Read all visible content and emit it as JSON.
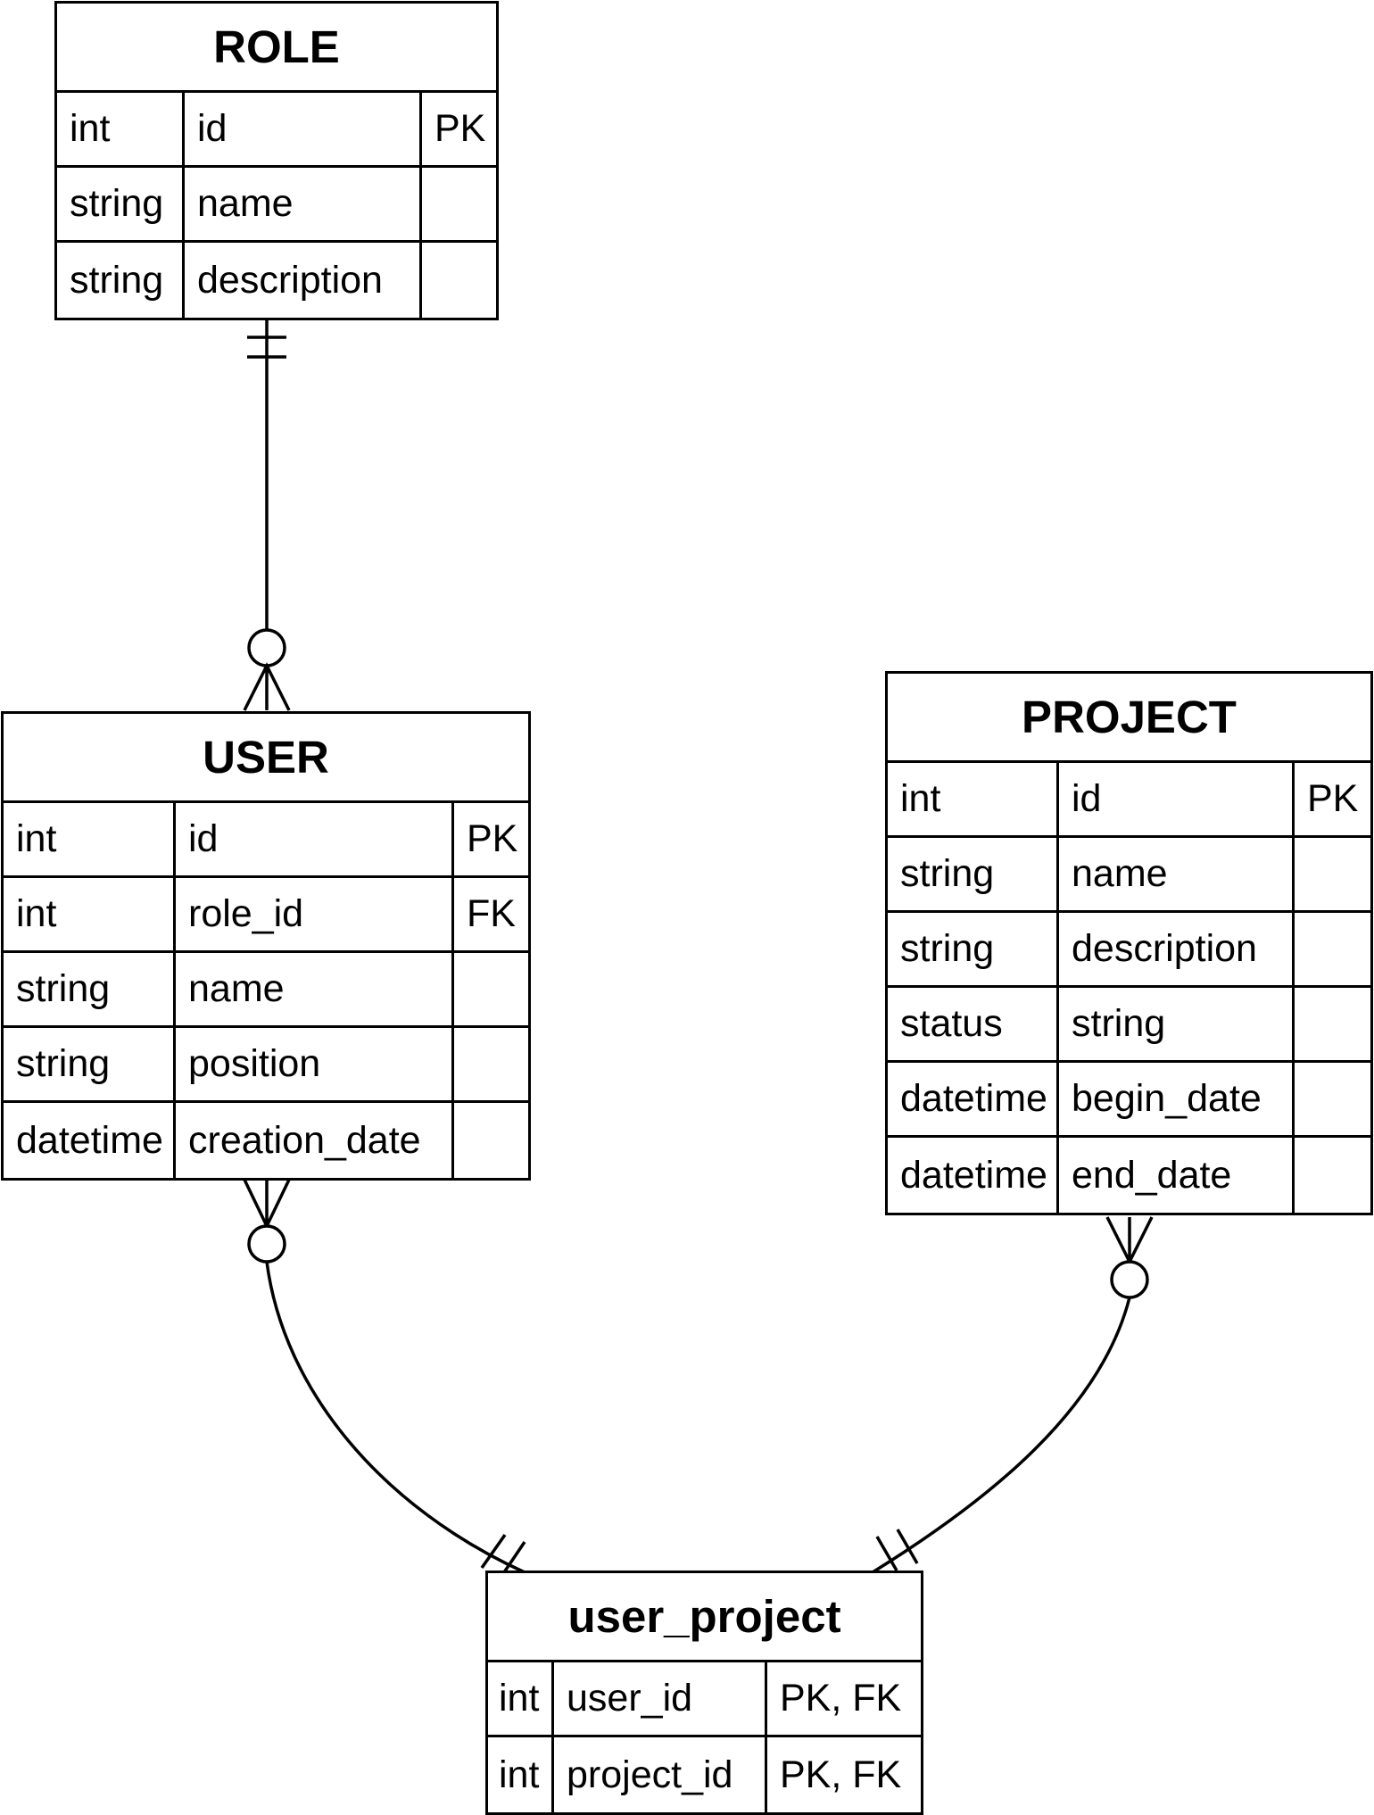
{
  "entities": {
    "role": {
      "title": "ROLE",
      "rows": [
        {
          "type": "int",
          "name": "id",
          "key": "PK"
        },
        {
          "type": "string",
          "name": "name",
          "key": ""
        },
        {
          "type": "string",
          "name": "description",
          "key": ""
        }
      ]
    },
    "user": {
      "title": "USER",
      "rows": [
        {
          "type": "int",
          "name": "id",
          "key": "PK"
        },
        {
          "type": "int",
          "name": "role_id",
          "key": "FK"
        },
        {
          "type": "string",
          "name": "name",
          "key": ""
        },
        {
          "type": "string",
          "name": "position",
          "key": ""
        },
        {
          "type": "datetime",
          "name": "creation_date",
          "key": ""
        }
      ]
    },
    "project": {
      "title": "PROJECT",
      "rows": [
        {
          "type": "int",
          "name": "id",
          "key": "PK"
        },
        {
          "type": "string",
          "name": "name",
          "key": ""
        },
        {
          "type": "string",
          "name": "description",
          "key": ""
        },
        {
          "type": "status",
          "name": "string",
          "key": ""
        },
        {
          "type": "datetime",
          "name": "begin_date",
          "key": ""
        },
        {
          "type": "datetime",
          "name": "end_date",
          "key": ""
        }
      ]
    },
    "user_project": {
      "title": "user_project",
      "rows": [
        {
          "type": "int",
          "name": "user_id",
          "key": "PK, FK"
        },
        {
          "type": "int",
          "name": "project_id",
          "key": "PK, FK"
        }
      ]
    }
  },
  "relationships": [
    {
      "from": "ROLE",
      "to": "USER",
      "from_cardinality": "exactly-one",
      "to_cardinality": "zero-or-many"
    },
    {
      "from": "USER",
      "to": "user_project",
      "from_cardinality": "zero-or-many",
      "to_cardinality": "exactly-one"
    },
    {
      "from": "PROJECT",
      "to": "user_project",
      "from_cardinality": "zero-or-many",
      "to_cardinality": "exactly-one"
    }
  ]
}
